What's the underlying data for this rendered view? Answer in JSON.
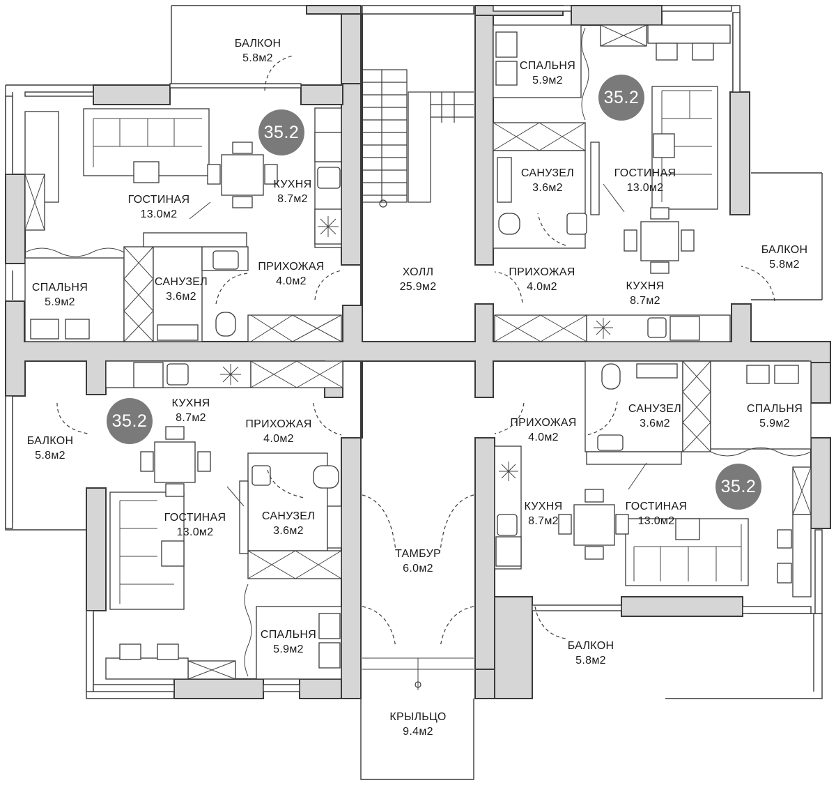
{
  "rooms": [
    {
      "id": "r1",
      "name": "БАЛКОН",
      "area": "5.8м2"
    },
    {
      "id": "r2",
      "name": "ГОСТИНАЯ",
      "area": "13.0м2"
    },
    {
      "id": "r3",
      "name": "КУХНЯ",
      "area": "8.7м2"
    },
    {
      "id": "r4",
      "name": "СПАЛЬНЯ",
      "area": "5.9м2"
    },
    {
      "id": "r5",
      "name": "САНУЗЕЛ",
      "area": "3.6м2"
    },
    {
      "id": "r6",
      "name": "ПРИХОЖАЯ",
      "area": "4.0м2"
    },
    {
      "id": "r7",
      "name": "ХОЛЛ",
      "area": "25.9м2"
    },
    {
      "id": "r8",
      "name": "СПАЛЬНЯ",
      "area": "5.9м2"
    },
    {
      "id": "r9",
      "name": "САНУЗЕЛ",
      "area": "3.6м2"
    },
    {
      "id": "r10",
      "name": "ГОСТИНАЯ",
      "area": "13.0м2"
    },
    {
      "id": "r11",
      "name": "ПРИХОЖАЯ",
      "area": "4.0м2"
    },
    {
      "id": "r12",
      "name": "БАЛКОН",
      "area": "5.8м2"
    },
    {
      "id": "r13",
      "name": "КУХНЯ",
      "area": "8.7м2"
    },
    {
      "id": "r14",
      "name": "КУХНЯ",
      "area": "8.7м2"
    },
    {
      "id": "r15",
      "name": "БАЛКОН",
      "area": "5.8м2"
    },
    {
      "id": "r16",
      "name": "ПРИХОЖАЯ",
      "area": "4.0м2"
    },
    {
      "id": "r17",
      "name": "ГОСТИНАЯ",
      "area": "13.0м2"
    },
    {
      "id": "r18",
      "name": "САНУЗЕЛ",
      "area": "3.6м2"
    },
    {
      "id": "r19",
      "name": "ТАМБУР",
      "area": "6.0м2"
    },
    {
      "id": "r20",
      "name": "СПАЛЬНЯ",
      "area": "5.9м2"
    },
    {
      "id": "r21",
      "name": "ПРИХОЖАЯ",
      "area": "4.0м2"
    },
    {
      "id": "r22",
      "name": "САНУЗЕЛ",
      "area": "3.6м2"
    },
    {
      "id": "r23",
      "name": "СПАЛЬНЯ",
      "area": "5.9м2"
    },
    {
      "id": "r24",
      "name": "КУХНЯ",
      "area": "8.7м2"
    },
    {
      "id": "r25",
      "name": "ГОСТИНАЯ",
      "area": "13.0м2"
    },
    {
      "id": "r26",
      "name": "БАЛКОН",
      "area": "5.8м2"
    },
    {
      "id": "r27",
      "name": "КРЫЛЬЦО",
      "area": "9.4м2"
    }
  ],
  "apartments": [
    {
      "id": "a1",
      "area": "35.2"
    },
    {
      "id": "a2",
      "area": "35.2"
    },
    {
      "id": "a3",
      "area": "35.2"
    },
    {
      "id": "a4",
      "area": "35.2"
    }
  ],
  "colors": {
    "wall": "#d6d6d6",
    "outline": "#3a3a3a",
    "badge": "#7a7a7a",
    "badge_text": "#ffffff"
  }
}
